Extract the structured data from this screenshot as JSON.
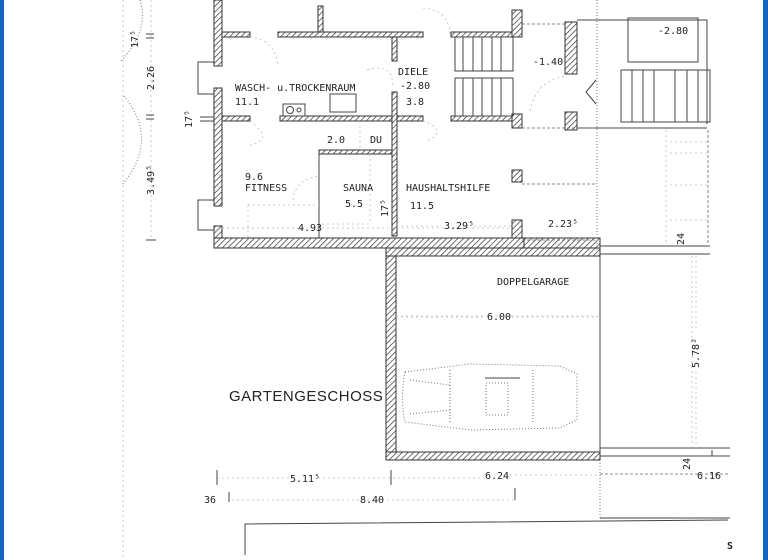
{
  "plan": {
    "title": "GARTENGESCHOSS",
    "accent_color": "#1565c0",
    "rooms": [
      {
        "name": "WASCH- u.TROCKENRAUM",
        "area": "11.1"
      },
      {
        "name": "DIELE",
        "level": "-2.80",
        "area": "3.8"
      },
      {
        "name": "FITNESS",
        "area": "9.6"
      },
      {
        "name": "SAUNA",
        "area": "5.5"
      },
      {
        "name": "DU",
        "area": "2.0"
      },
      {
        "name": "HAUSHALTSHILFE",
        "area": "11.5"
      },
      {
        "name": "DOPPELGARAGE",
        "width": "6.00"
      }
    ],
    "levels": {
      "stair_landing": "-1.40",
      "entry_top_right": "-2.80"
    },
    "dimensions": {
      "left_17_top": "17⁵",
      "left_226": "2.26",
      "left_17_mid": "17⁵",
      "left_349": "3.49⁵",
      "inner_493": "4.93",
      "inner_329": "3.29⁵",
      "inner_223": "2.23⁵",
      "wall_24_top": "24",
      "garage_578": "5.78²",
      "wall_24_bottom": "24",
      "bottom_511": "5.11⁵",
      "bottom_624": "6.24",
      "bottom_616": "6.16",
      "bottom_36": "36",
      "bottom_840": "8.40",
      "wall_17_haus": "17⁵"
    },
    "edge_glyph": "S"
  }
}
